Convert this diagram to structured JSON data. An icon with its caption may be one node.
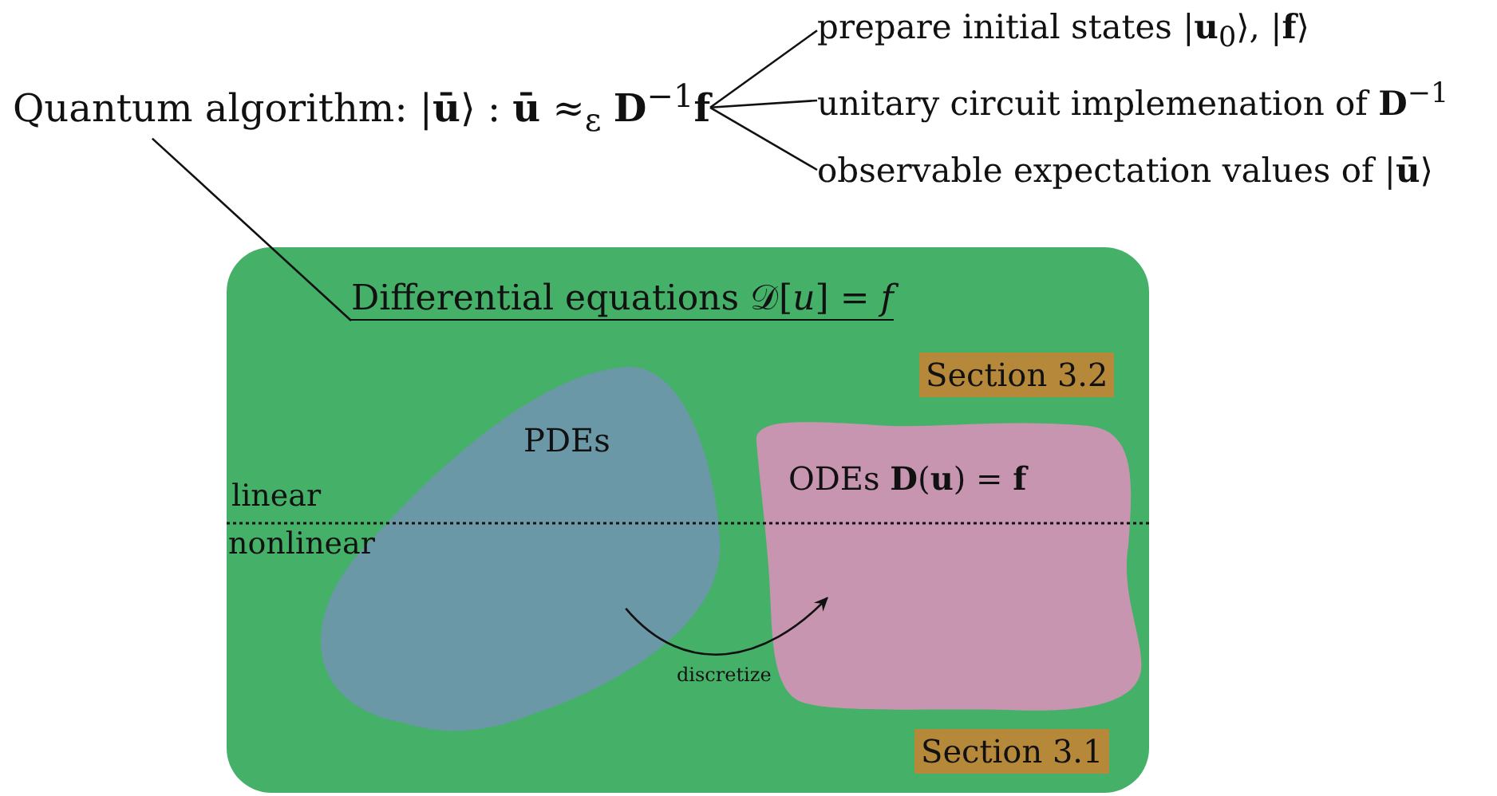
{
  "diagram": {
    "nodes": [
      {
        "text": [
          "Quantum algorithm: |**ū**⟩ :  **ū** ≈$_{ε}$ **D**$^{−1}$**f**"
        ]
      },
      {
        "text": [
          "prepare initial states |**u**$_{0}$⟩, |**f**⟩"
        ]
      },
      {
        "text": [
          "unitary circuit implemenation of  **D**$^{−1}$"
        ]
      },
      {
        "text": [
          "observable expectation values of |**ū**⟩"
        ]
      },
      {
        "text": [
          "Differential equations 𝒟[*u*] = *f*"
        ]
      },
      {
        "text": [
          "PDEs"
        ],
        "in": 4
      },
      {
        "text": [
          "ODEs **D**(**u**) = **f**"
        ],
        "in": 4
      },
      {
        "text": [
          "Section 3.2"
        ],
        "in": 4
      },
      {
        "text": [
          "Section 3.1"
        ],
        "in": 4
      }
    ],
    "edges": [
      {
        "from": 0,
        "to": 1,
        "arrow": "none"
      },
      {
        "from": 0,
        "to": 2,
        "arrow": "none"
      },
      {
        "from": 0,
        "to": 3,
        "arrow": "none"
      },
      {
        "from": 0,
        "to": 4,
        "arrow": "none"
      },
      {
        "from": 5,
        "to": 6,
        "arrow": "to",
        "label": "discretize"
      }
    ],
    "labels": [
      "linear",
      "nonlinear"
    ]
  }
}
